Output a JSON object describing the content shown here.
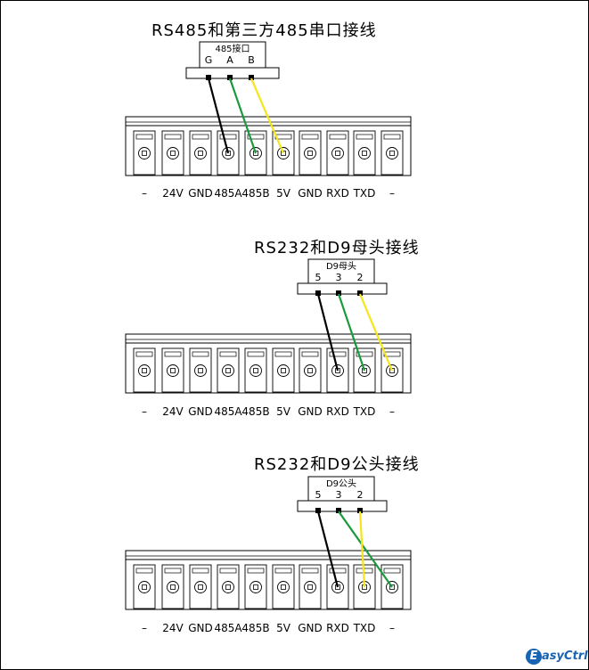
{
  "diagrams": [
    {
      "title": "RS485和第三方485串口接线",
      "connector_label": "485接口",
      "pins": [
        "G",
        "A",
        "B"
      ]
    },
    {
      "title": "RS232和D9母头接线",
      "connector_label": "D9母头",
      "pins": [
        "5",
        "3",
        "2"
      ]
    },
    {
      "title": "RS232和D9公头接线",
      "connector_label": "D9公头",
      "pins": [
        "5",
        "3",
        "2"
      ]
    }
  ],
  "terminal_labels": [
    "–",
    "24V",
    "GND",
    "485A",
    "485B",
    "5V",
    "GND",
    "RXD",
    "TXD",
    "–"
  ],
  "wires": [
    [
      {
        "from_pin": "G",
        "to_terminal": 3,
        "color": "black"
      },
      {
        "from_pin": "A",
        "to_terminal": 4,
        "color": "green"
      },
      {
        "from_pin": "B",
        "to_terminal": 5,
        "color": "yellow"
      }
    ],
    [
      {
        "from_pin": "5",
        "to_terminal": 7,
        "color": "black"
      },
      {
        "from_pin": "3",
        "to_terminal": 8,
        "color": "green"
      },
      {
        "from_pin": "2",
        "to_terminal": 9,
        "color": "yellow"
      }
    ],
    [
      {
        "from_pin": "5",
        "to_terminal": 7,
        "color": "black"
      },
      {
        "from_pin": "3",
        "to_terminal": 9,
        "color": "green"
      },
      {
        "from_pin": "2",
        "to_terminal": 8,
        "color": "yellow"
      }
    ]
  ],
  "colors": {
    "black": "#000000",
    "green": "#1a9a3c",
    "yellow": "#f5e51a"
  },
  "logo": {
    "text": "asyCtrl",
    "mark": "E"
  }
}
